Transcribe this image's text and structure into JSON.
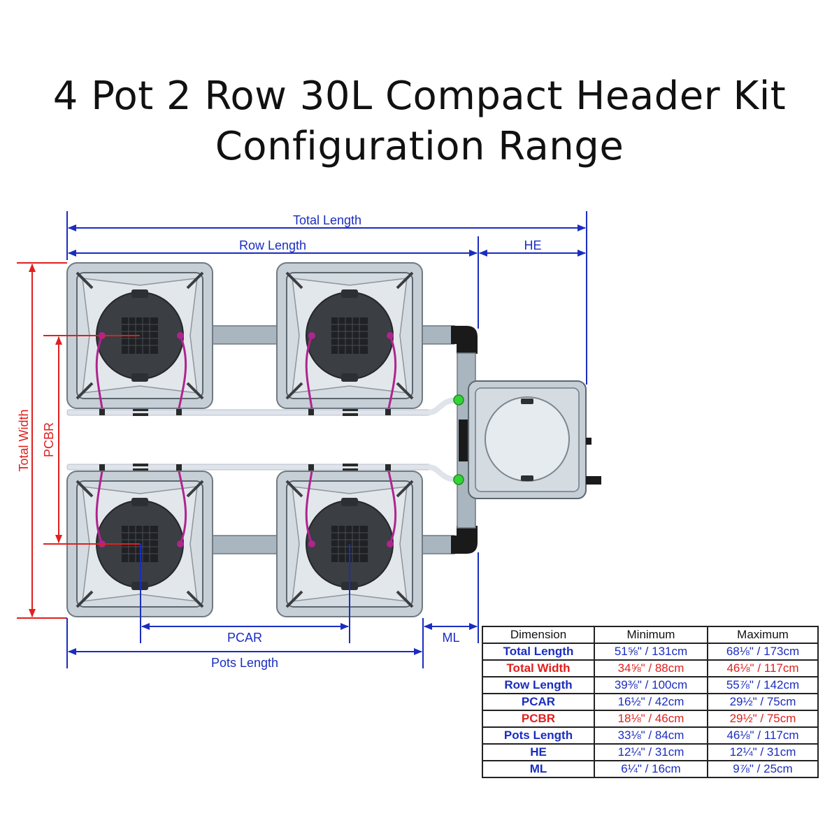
{
  "title": {
    "line1": "4 Pot 2 Row 30L Compact Header Kit",
    "line2": "Configuration Range"
  },
  "colors": {
    "dimension_blue": "#1a2dbf",
    "dimension_red": "#e0201e",
    "pot_grey": "#c9d1d8",
    "lid_dark": "#3b3e42",
    "drip_line": "#b0248f",
    "valve_green": "#37d13a"
  },
  "labels": {
    "total_length": "Total Length",
    "row_length": "Row Length",
    "he": "HE",
    "total_width": "Total Width",
    "pcbr": "PCBR",
    "pcar": "PCAR",
    "ml": "ML",
    "pots_length": "Pots Length"
  },
  "table": {
    "headers": [
      "Dimension",
      "Minimum",
      "Maximum"
    ],
    "rows": [
      {
        "name": "Total Length",
        "min": "51⅝\" / 131cm",
        "max": "68⅛\" / 173cm",
        "color": "blue"
      },
      {
        "name": "Total Width",
        "min": "34⅝\" / 88cm",
        "max": "46⅛\" / 117cm",
        "color": "red"
      },
      {
        "name": "Row Length",
        "min": "39⅜\" / 100cm",
        "max": "55⅞\" / 142cm",
        "color": "blue"
      },
      {
        "name": "PCAR",
        "min": "16½\" / 42cm",
        "max": "29½\" / 75cm",
        "color": "blue"
      },
      {
        "name": "PCBR",
        "min": "18⅛\" / 46cm",
        "max": "29½\" / 75cm",
        "color": "red"
      },
      {
        "name": "Pots Length",
        "min": "33⅛\" / 84cm",
        "max": "46⅛\" / 117cm",
        "color": "blue"
      },
      {
        "name": "HE",
        "min": "12¼\" / 31cm",
        "max": "12¼\" / 31cm",
        "color": "blue"
      },
      {
        "name": "ML",
        "min": "6¼\" / 16cm",
        "max": "9⅞\" / 25cm",
        "color": "blue"
      }
    ]
  }
}
